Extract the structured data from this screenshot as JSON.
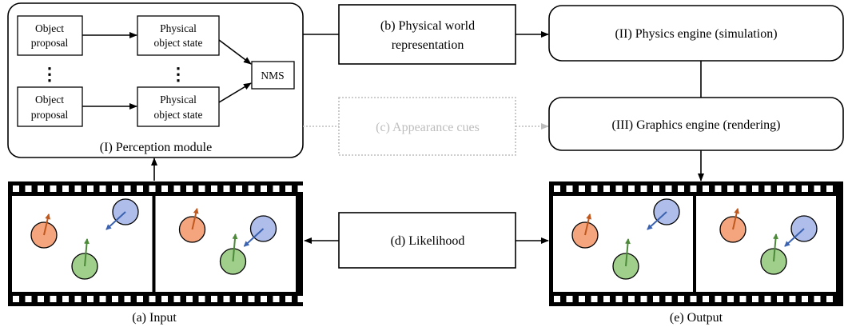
{
  "perception": {
    "title": "(I) Perception module",
    "proposal_line1": "Object",
    "proposal_line2": "proposal",
    "state_line1": "Physical",
    "state_line2": "object state",
    "ellipsis": "⋮",
    "nms": "NMS"
  },
  "representation": {
    "line1": "(b) Physical world",
    "line2": "representation"
  },
  "appearance": {
    "label": "(c) Appearance cues"
  },
  "likelihood": {
    "label": "(d) Likelihood"
  },
  "physics_engine": {
    "label": "(II) Physics engine (simulation)"
  },
  "graphics_engine": {
    "label": "(III) Graphics engine (rendering)"
  },
  "captions": {
    "input": "(a) Input",
    "output": "(e) Output"
  },
  "colors": {
    "orange_fill": "#f4a57e",
    "orange_arrow": "#c0581e",
    "green_fill": "#9fcf8a",
    "green_arrow": "#4c8a3a",
    "blue_fill": "#aebde9",
    "blue_arrow": "#3a62b0",
    "cue_gray": "#bdbdbd"
  }
}
